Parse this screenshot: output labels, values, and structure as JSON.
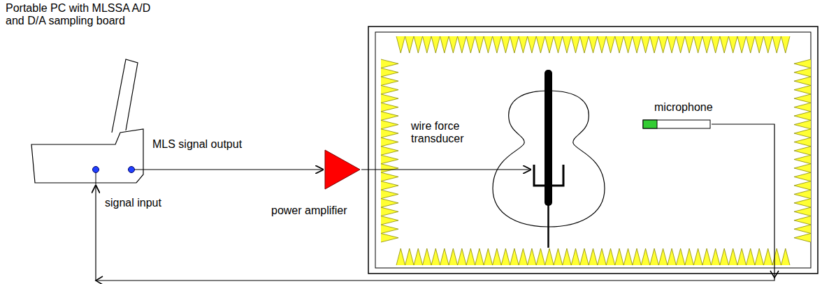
{
  "diagram": {
    "nodes": [
      {
        "text": [
          "Portable PC with MLSSA A/D and D/A sampling board"
        ]
      },
      {
        "text": [
          "power amplifier"
        ]
      },
      {
        "text": [
          "wire force transducer"
        ]
      },
      {
        "text": [
          "microphone"
        ]
      }
    ],
    "edges": [
      {
        "from": 0,
        "to": 1,
        "label": "MLS signal output",
        "arrow": "to"
      },
      {
        "from": 1,
        "to": 2,
        "arrow": "to"
      },
      {
        "from": 3,
        "to": 0,
        "label": "signal input",
        "arrow": "to"
      }
    ]
  }
}
